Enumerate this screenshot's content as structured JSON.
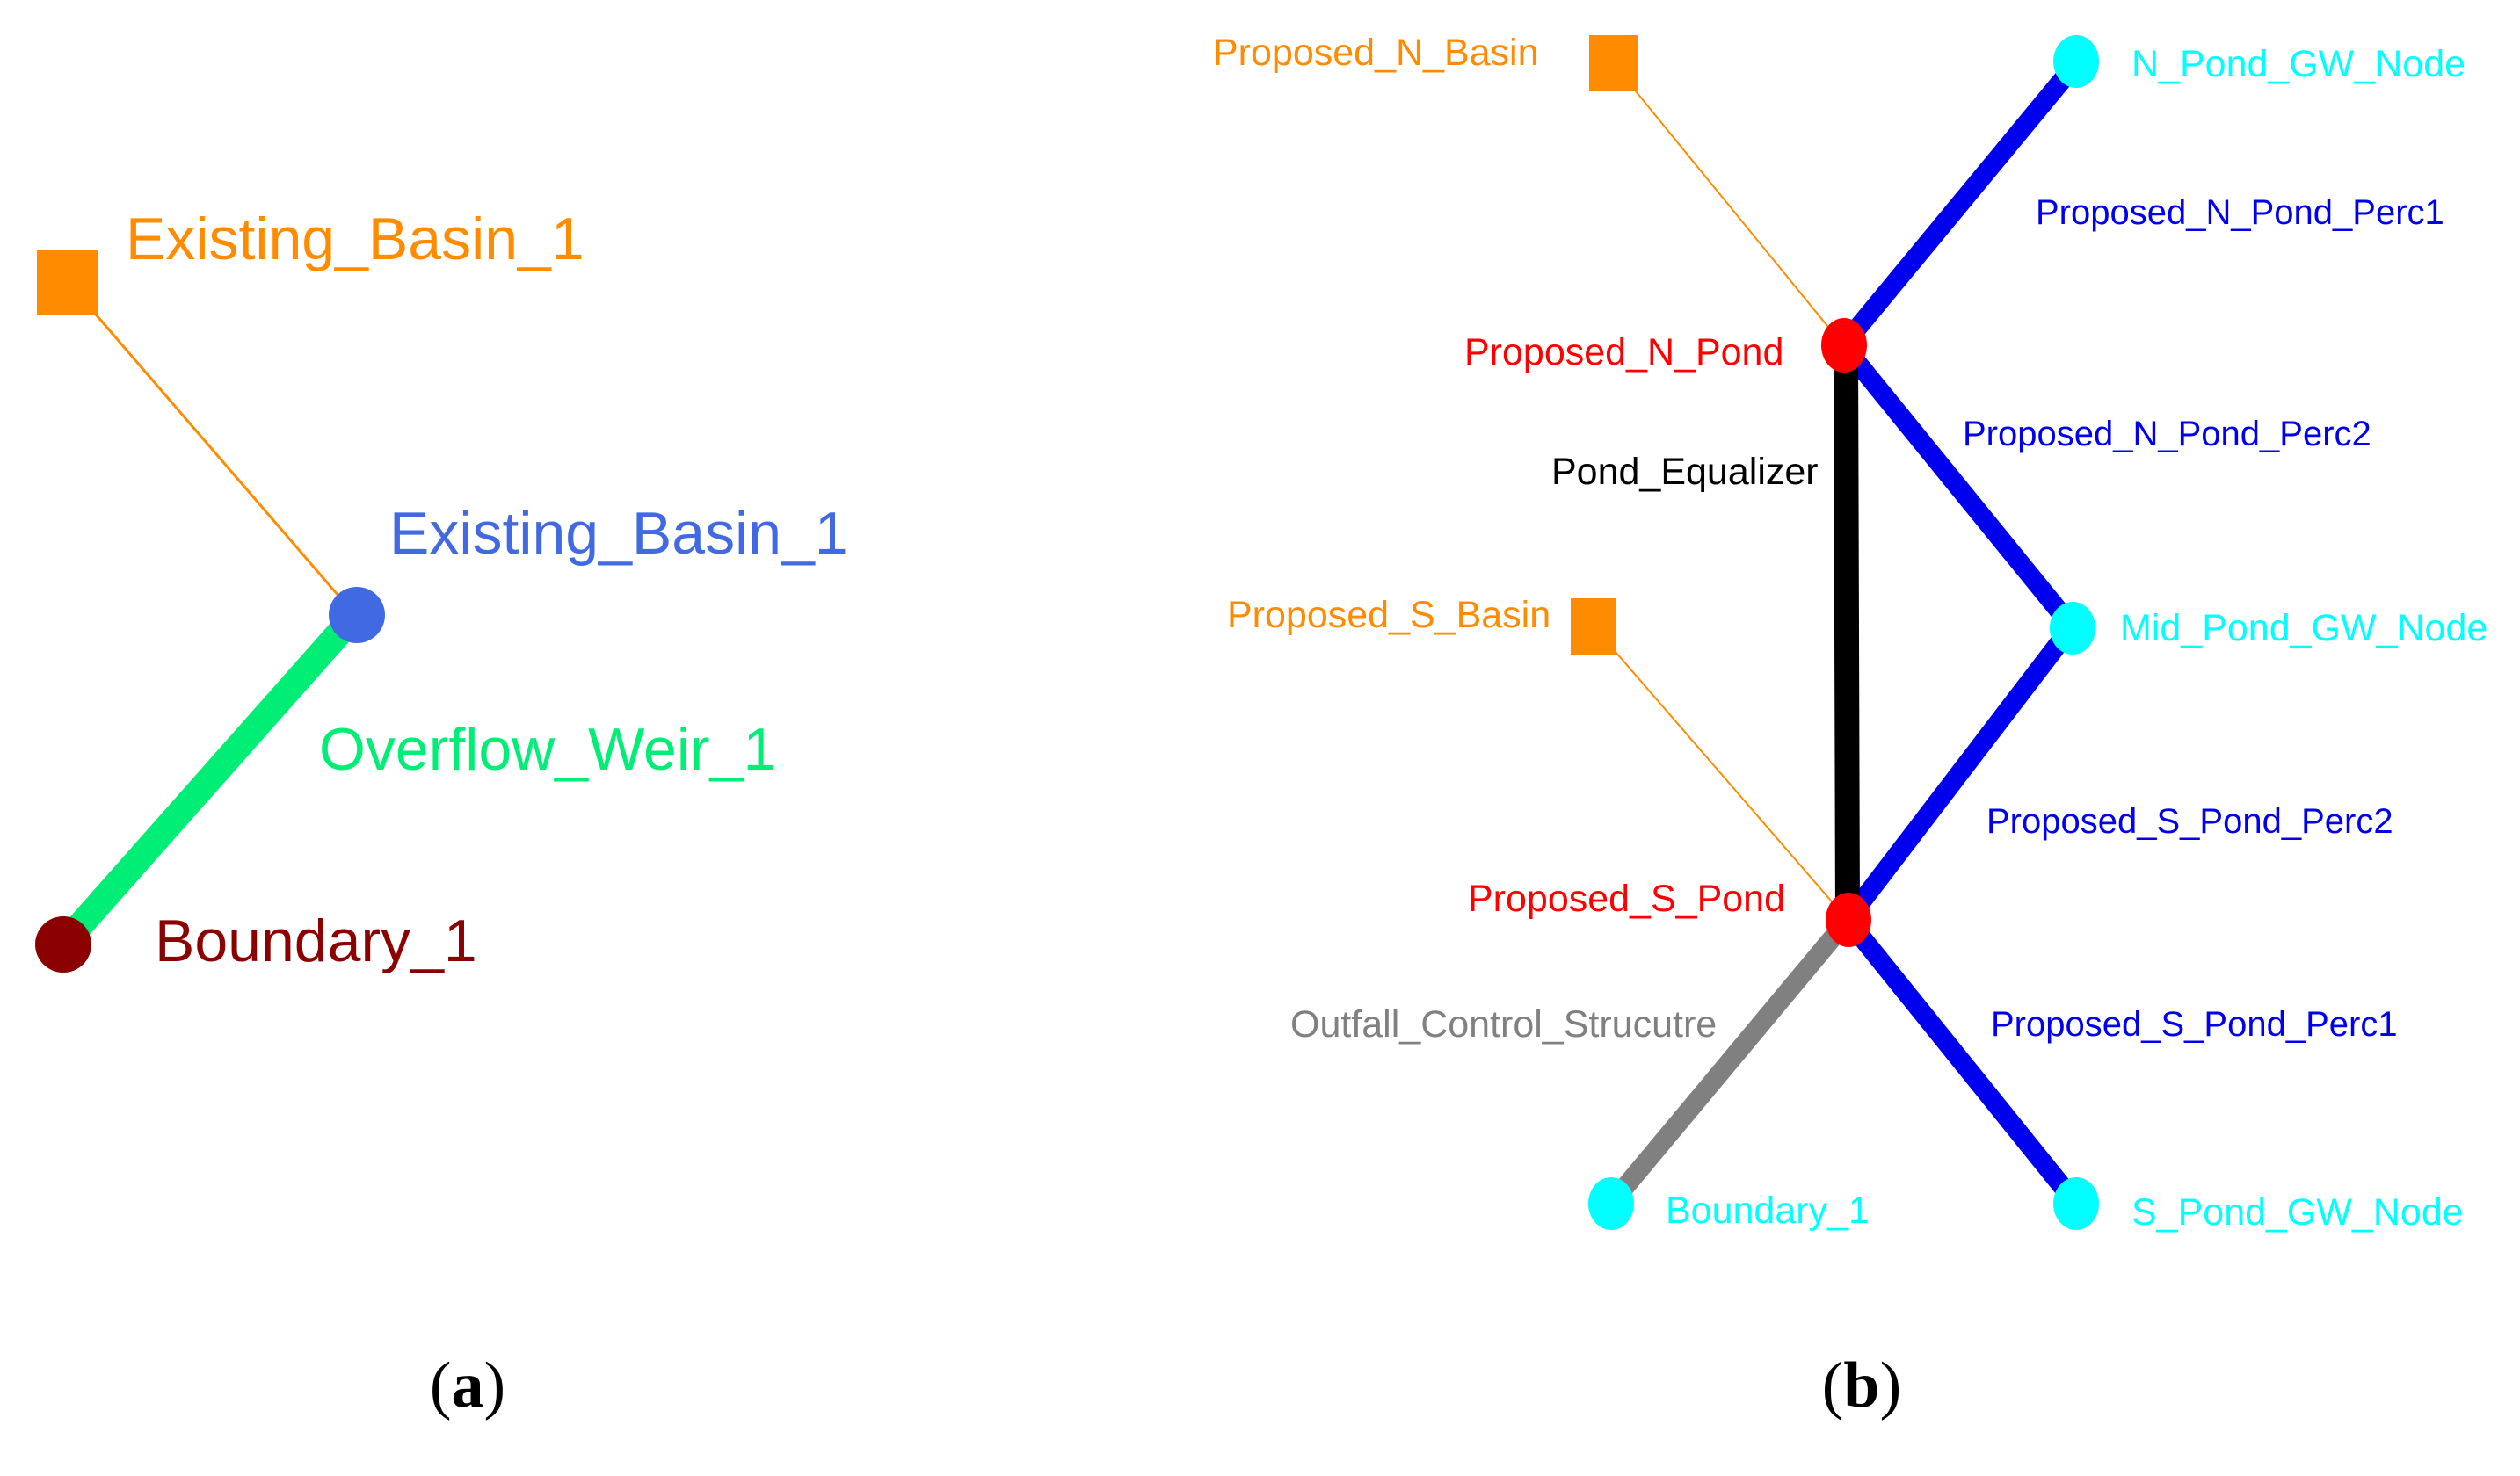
{
  "colors": {
    "basin": "#ff8c00",
    "node_blue": "#4169e1",
    "weir": "#00ee76",
    "boundary_dark": "#8b0000",
    "pond": "#ff0000",
    "gw_node": "#00ffff",
    "perc_link": "#0000ee",
    "equalizer": "#000000",
    "outfall": "#808080",
    "basin_link": "#ff8c00"
  },
  "panel_a": {
    "caption_letter": "a",
    "basin_square_label": "Existing_Basin_1",
    "basin_node_label": "Existing_Basin_1",
    "weir_label": "Overflow_Weir_1",
    "boundary_label": "Boundary_1"
  },
  "panel_b": {
    "caption_letter": "b",
    "n_basin_label": "Proposed_N_Basin",
    "s_basin_label": "Proposed_S_Basin",
    "n_pond_label": "Proposed_N_Pond",
    "s_pond_label": "Proposed_S_Pond",
    "n_gw_label": "N_Pond_GW_Node",
    "mid_gw_label": "Mid_Pond_GW_Node",
    "s_gw_label": "S_Pond_GW_Node",
    "boundary_label": "Boundary_1",
    "n_perc1_label": "Proposed_N_Pond_Perc1",
    "n_perc2_label": "Proposed_N_Pond_Perc2",
    "s_perc2_label": "Proposed_S_Pond_Perc2",
    "s_perc1_label": "Proposed_S_Pond_Perc1",
    "equalizer_label": "Pond_Equalizer",
    "outfall_label": "Outfall_Control_Strucutre"
  }
}
